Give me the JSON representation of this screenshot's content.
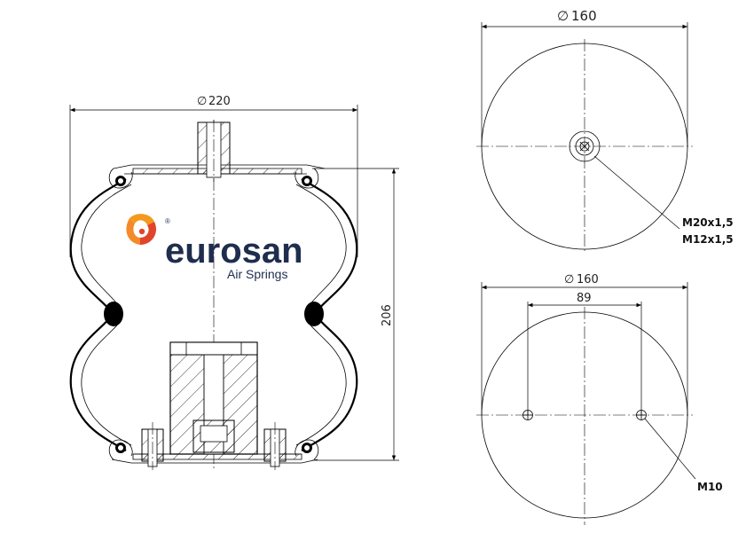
{
  "side_view": {
    "diameter_label": "220",
    "height_label": "206"
  },
  "top_view": {
    "diameter_label": "160",
    "callout_thread_1": "M20x1,5",
    "callout_thread_2": "M12x1,5"
  },
  "bottom_view": {
    "diameter_label": "160",
    "bolt_spacing_label": "89",
    "callout_bolt": "M10"
  },
  "logo": {
    "brand": "eurosan",
    "tagline": "Air Springs",
    "registered_mark": "®",
    "colors": {
      "primary": "#1f2d4e",
      "accent_orange": "#f39a1e",
      "accent_red": "#e0452b"
    }
  },
  "symbols": {
    "diameter": "∅"
  }
}
